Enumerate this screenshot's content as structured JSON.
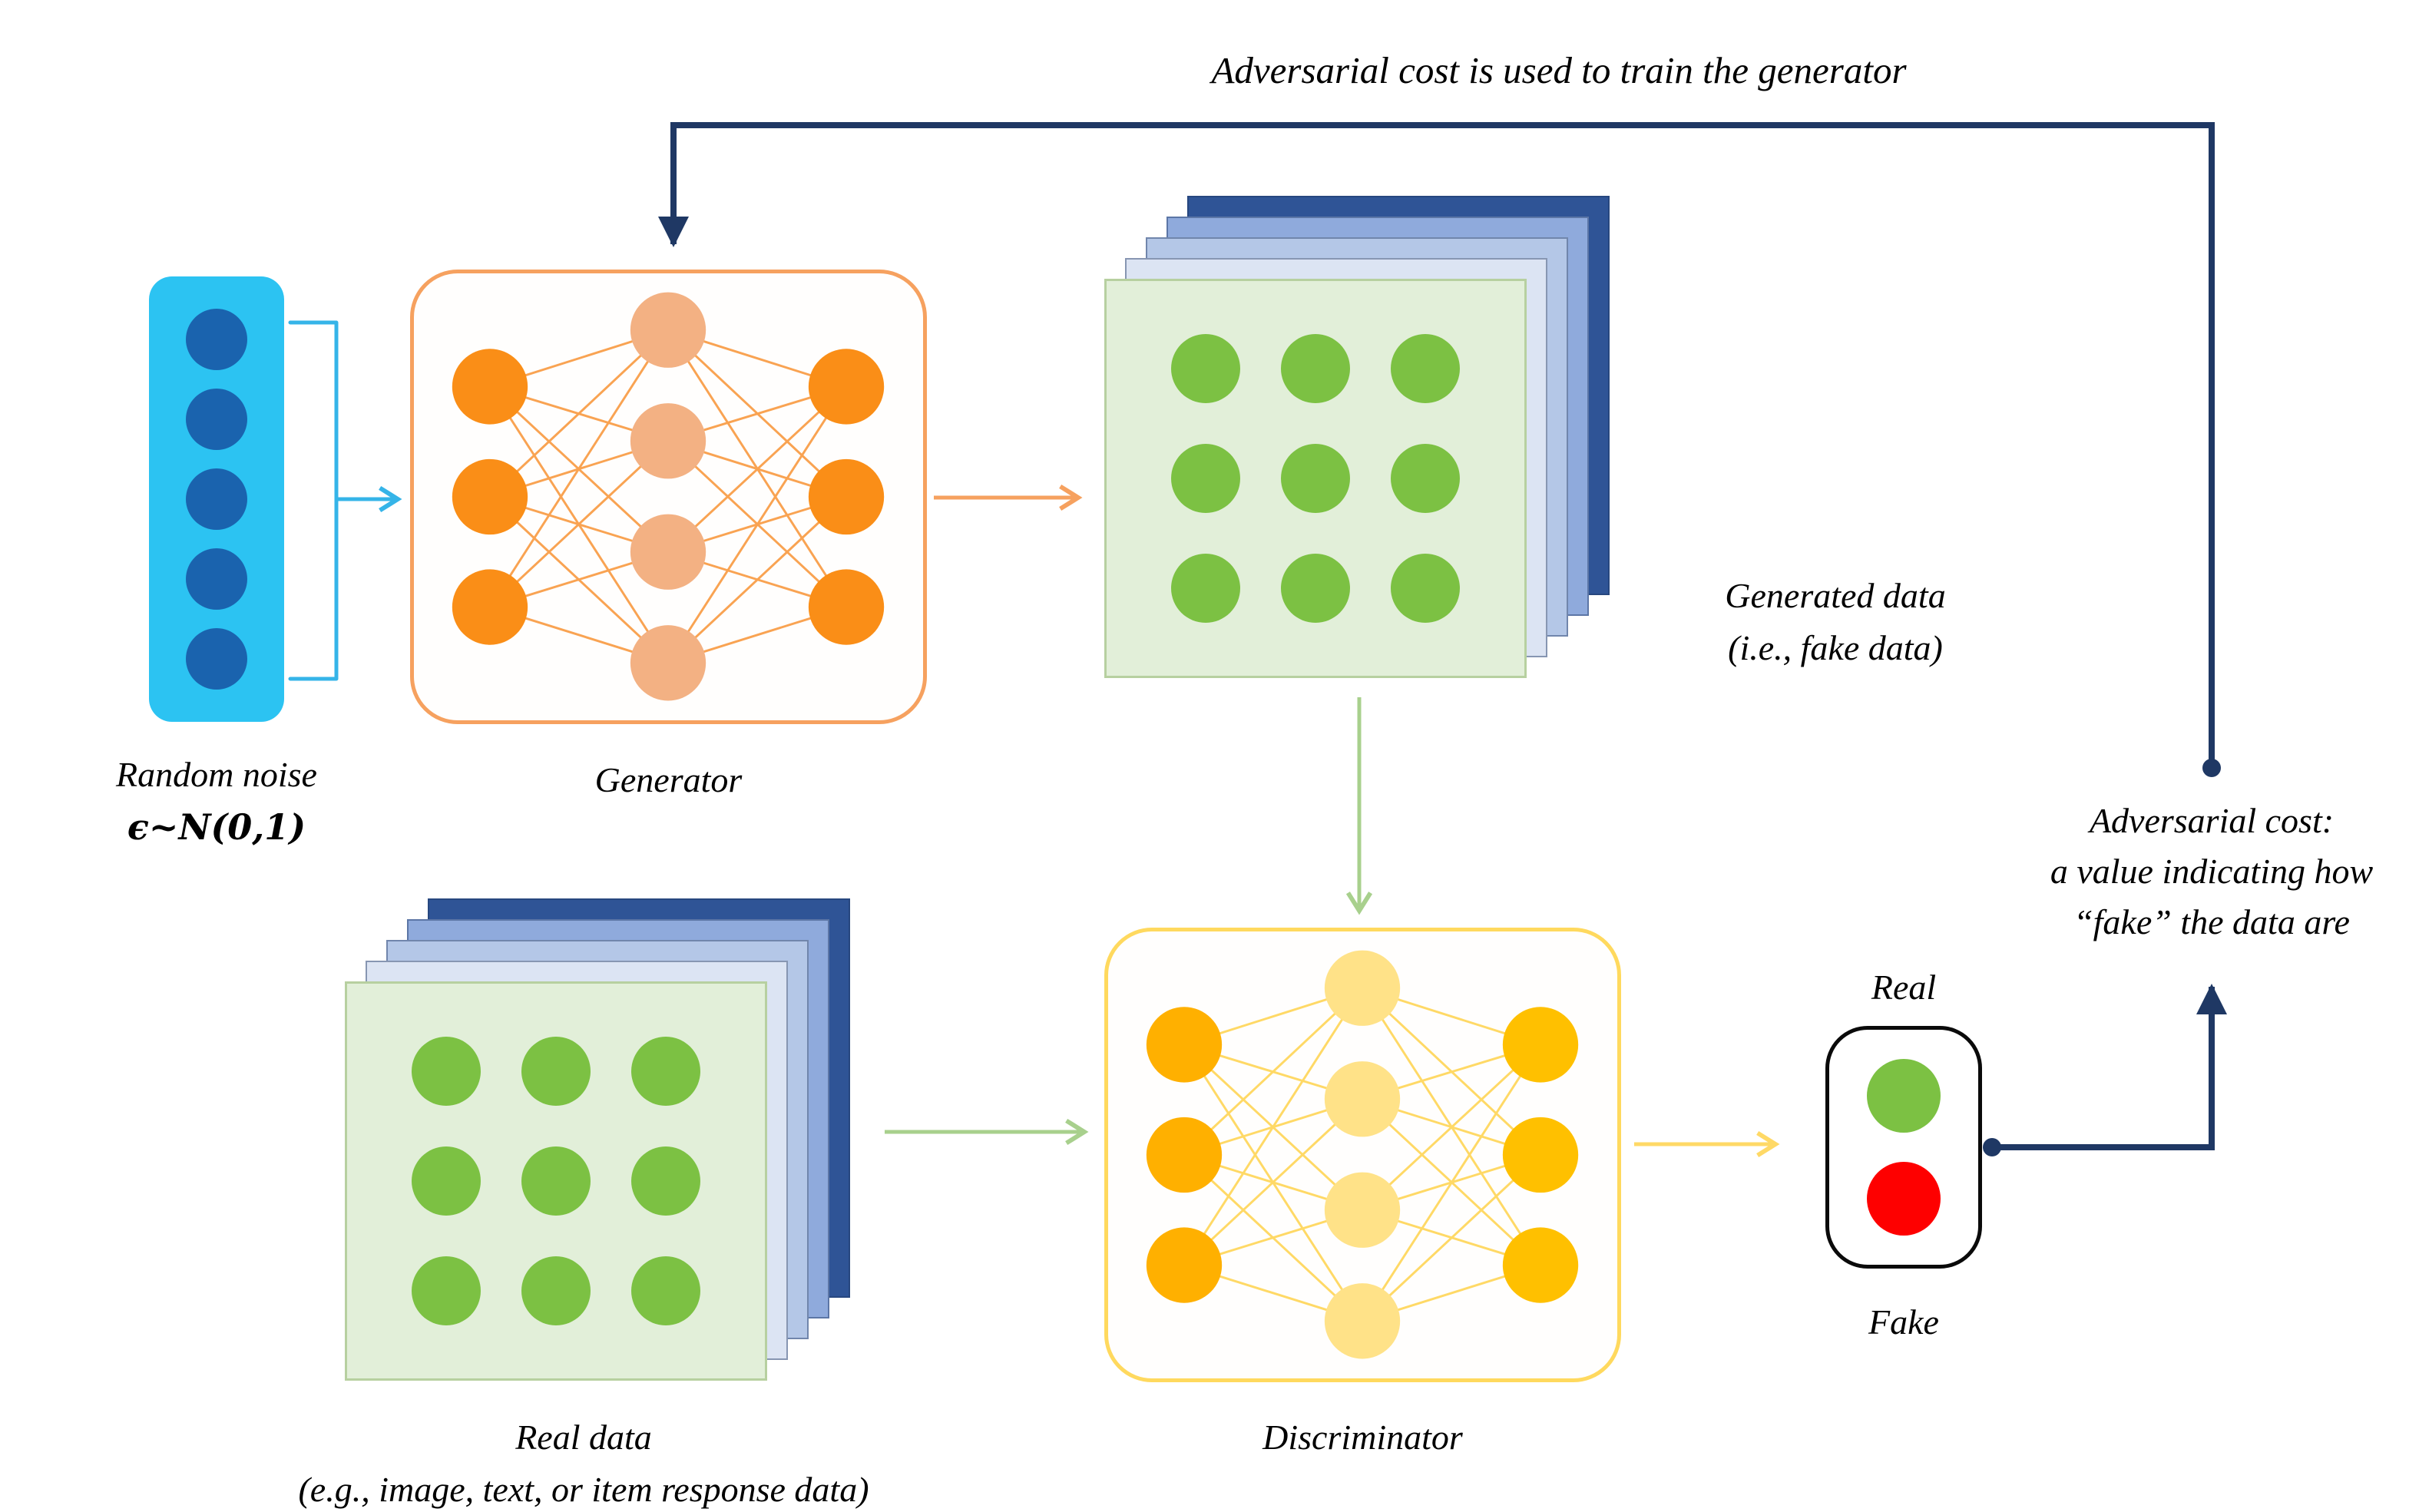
{
  "labels": {
    "top_feedback": "Adversarial cost is used to train the generator",
    "random_noise": {
      "line1": "Random noise",
      "line2": "ϵ~N(0,1)"
    },
    "generator": "Generator",
    "generated_data": {
      "line1": "Generated data",
      "line2": "(i.e., fake data)"
    },
    "real_data": {
      "line1": "Real data",
      "line2": "(e.g., image, text, or item response data)"
    },
    "discriminator": "Discriminator",
    "output_real": "Real",
    "output_fake": "Fake",
    "adversarial_cost": {
      "line1": "Adversarial cost:",
      "line2": "a value indicating how",
      "line3": "“fake” the data are"
    }
  },
  "colors": {
    "navy_connector": "#1f3864",
    "noise_box_fill": "#2cc3f2",
    "noise_node": "#1a63ae",
    "noise_bracket": "#35b4e8",
    "generator_border": "#f6a15f",
    "generator_node_outer": "#fa8e17",
    "generator_node_hidden": "#f3b183",
    "generator_edge": "#f9a352",
    "generated_arrow": "#f6a15f",
    "green_dot": "#7cc143",
    "green_arrow": "#a8d08d",
    "green_panel": "#e2efd9",
    "stack_layers_back_to_front": [
      "#2f5496",
      "#8faadc",
      "#b4c7e7",
      "#dce4f3"
    ],
    "discriminator_border": "#ffd95e",
    "discriminator_node_left": "#ffb000",
    "discriminator_node_hidden": "#ffe288",
    "discriminator_node_right": "#ffc000",
    "discriminator_edge": "#ffd966",
    "yellow_arrow": "#ffd966",
    "real_indicator": "#7cc143",
    "fake_indicator": "#fe0000"
  }
}
